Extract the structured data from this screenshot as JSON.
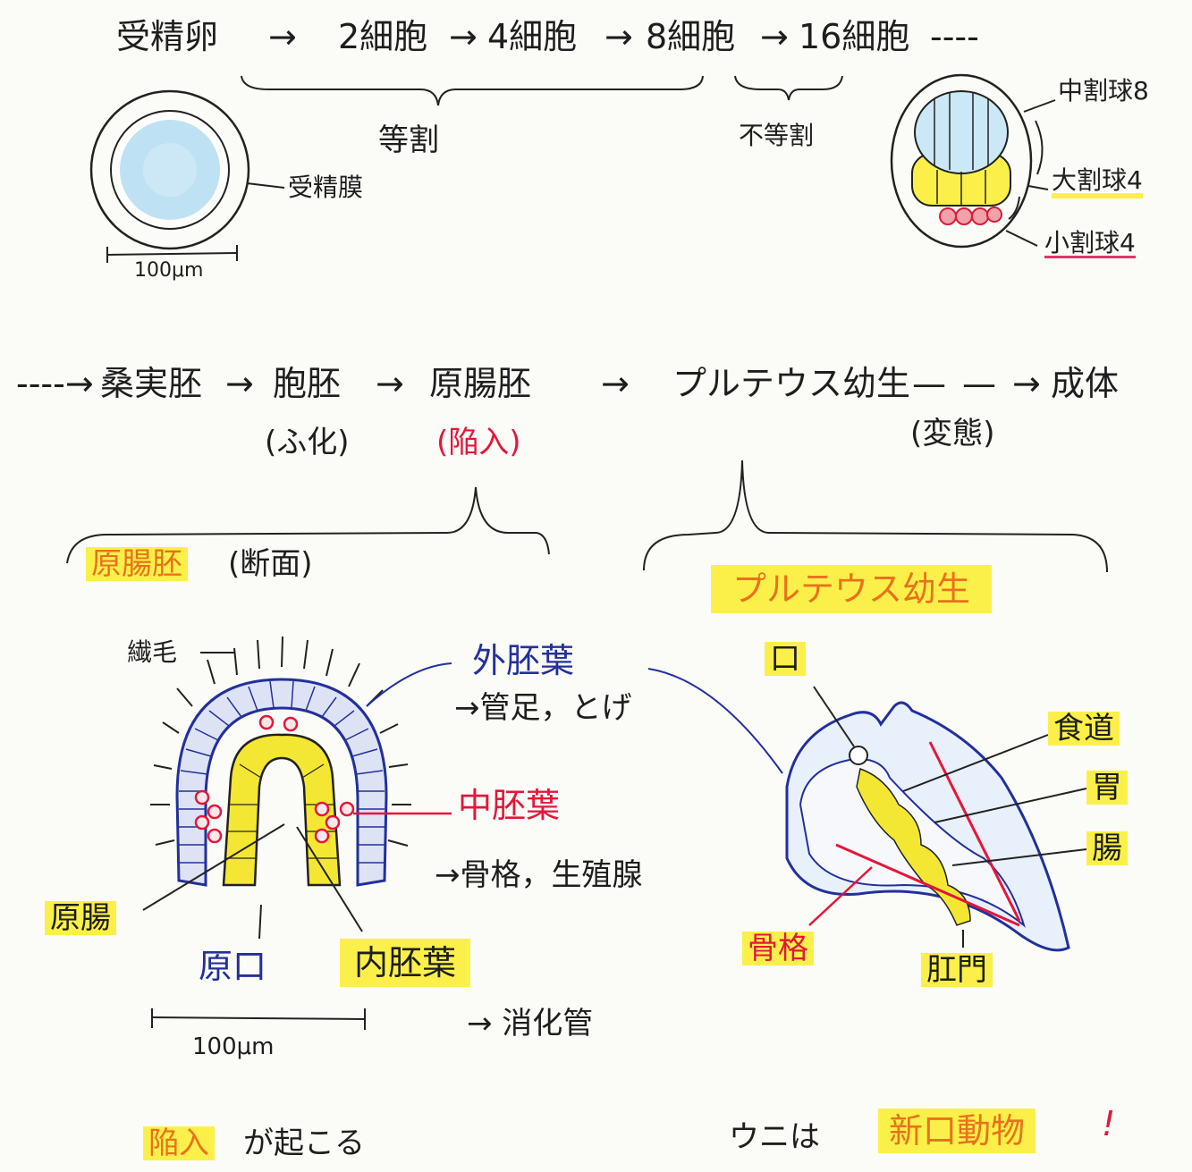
{
  "top_sequence": {
    "fertilized_egg": "受精卵",
    "arrow": "→",
    "cell2": "2細胞",
    "cell4": "4細胞",
    "cell8": "8細胞",
    "cell16": "16細胞",
    "dashes": "----"
  },
  "cleavage": {
    "equal": "等割",
    "unequal": "不等割"
  },
  "egg": {
    "membrane_label": "受精膜",
    "scale": "100μm"
  },
  "embryo16": {
    "meso": "中割球8",
    "macro": "大割球4",
    "micro": "小割球4"
  },
  "second_sequence": {
    "dashes": "----→",
    "morula": "桑実胚",
    "blastula": "胞胚",
    "gastrula": "原腸胚",
    "pluteus": "プルテウス幼生",
    "adult": "成体",
    "hatching": "(ふ化)",
    "invagination": "(陥入)",
    "metamorphosis": "(変態)"
  },
  "gastrula_panel": {
    "title": "原腸胚",
    "subtitle": "(断面)",
    "cilia": "繊毛",
    "ectoderm": "外胚葉",
    "ectoderm_fate": "→管足，とげ",
    "mesoderm": "中胚葉",
    "mesoderm_fate": "→骨格，生殖腺",
    "endoderm": "内胚葉",
    "endoderm_fate": "→ 消化管",
    "archenteron": "原腸",
    "blastopore": "原口",
    "scale": "100μm"
  },
  "pluteus_panel": {
    "title": "プルテウス幼生",
    "mouth": "口",
    "esophagus": "食道",
    "stomach": "胃",
    "intestine": "腸",
    "skeleton": "骨格",
    "anus": "肛門"
  },
  "footer": {
    "invagination": "陥入",
    "occurs": "が起こる",
    "urchin_is": "ウニは",
    "deuterostome": "新口動物",
    "exclaim": "!"
  },
  "colors": {
    "highlight": "#fbf04a",
    "ectoderm_blue": "#23309a",
    "mesoderm_red": "#e3173a",
    "endoderm_yellow": "#f3e733",
    "egg_blue": "#a8d8f0"
  }
}
